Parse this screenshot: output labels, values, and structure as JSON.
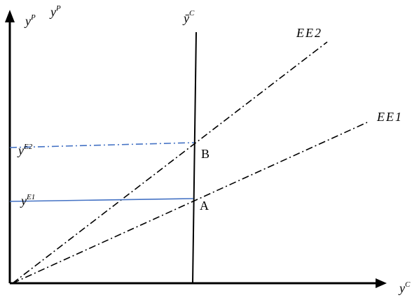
{
  "diagram": {
    "y_axis_label": {
      "base": "y",
      "sup": "P"
    },
    "y_axis_label_repeat": {
      "base": "y",
      "sup": "P"
    },
    "x_axis_label": {
      "base": "y",
      "sup": "C"
    },
    "vertical_line_label": {
      "base": "ȳ",
      "sup": "C"
    },
    "curve_ee2": "EE2",
    "curve_ee1": "EE1",
    "point_b": "B",
    "point_a": "A",
    "level_e2": {
      "base": "y",
      "sup": "E2"
    },
    "level_e1": {
      "base": "y",
      "sup": "E1"
    }
  },
  "colors": {
    "axis": "#000000",
    "curves": "#000000",
    "level_line": "#4472c4"
  }
}
